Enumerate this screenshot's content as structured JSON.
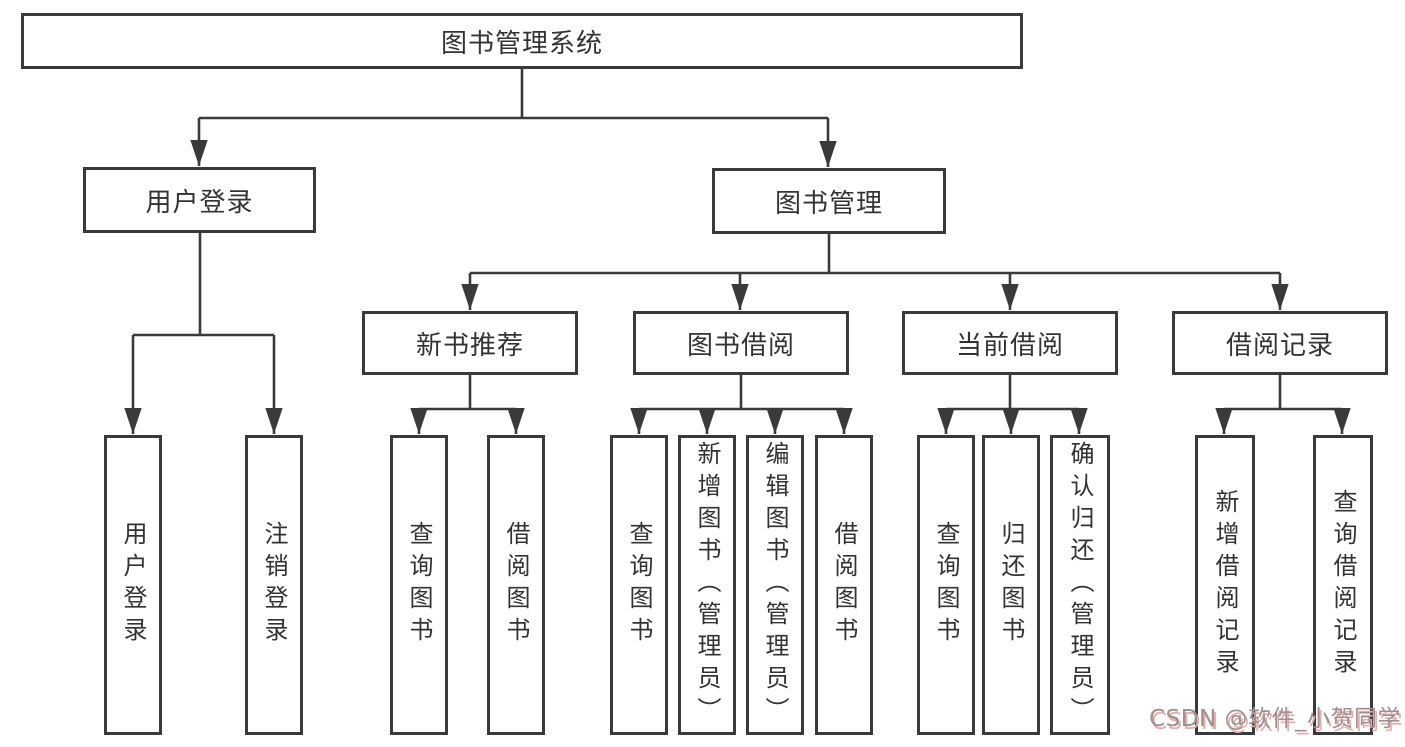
{
  "watermark": {
    "text": "CSDN @软件_小贺同学"
  },
  "colors": {
    "line": "#3a3a3a",
    "text": "#333333",
    "background": "#ffffff",
    "watermark": "#949494",
    "watermark_shadow": "#f0a9a4"
  },
  "tree": {
    "label": "图书管理系统",
    "children": [
      {
        "label": "用户登录",
        "children": [
          {
            "label": "用户登录"
          },
          {
            "label": "注销登录"
          }
        ]
      },
      {
        "label": "图书管理",
        "children": [
          {
            "label": "新书推荐",
            "children": [
              {
                "label": "查询图书"
              },
              {
                "label": "借阅图书"
              }
            ]
          },
          {
            "label": "图书借阅",
            "children": [
              {
                "label": "查询图书"
              },
              {
                "label": "新增图书（管理员）"
              },
              {
                "label": "编辑图书（管理员）"
              },
              {
                "label": "借阅图书"
              }
            ]
          },
          {
            "label": "当前借阅",
            "children": [
              {
                "label": "查询图书"
              },
              {
                "label": "归还图书"
              },
              {
                "label": "确认归还（管理员）"
              }
            ]
          },
          {
            "label": "借阅记录",
            "children": [
              {
                "label": "新增借阅记录"
              },
              {
                "label": "查询借阅记录"
              }
            ]
          }
        ]
      }
    ]
  }
}
